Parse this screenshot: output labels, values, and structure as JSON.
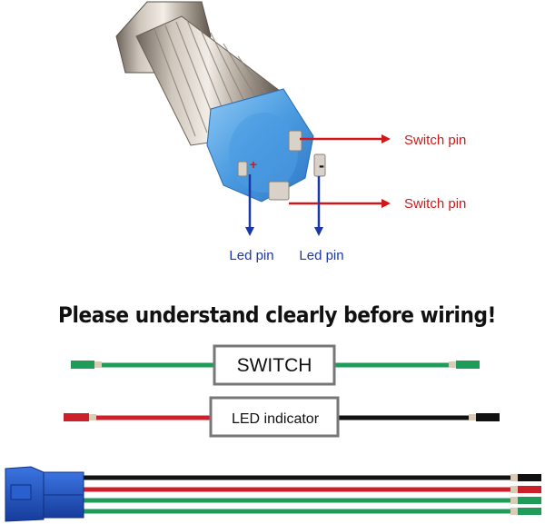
{
  "headline": "Please understand clearly before wiring!",
  "annotations": {
    "switch_pin_top": "Switch pin",
    "switch_pin_bottom": "Switch pin",
    "led_pin_left": "Led pin",
    "led_pin_right": "Led pin",
    "plus_symbol": "+",
    "minus_symbol": "-"
  },
  "wiring": {
    "switch_label": "SWITCH",
    "led_label": "LED indicator"
  },
  "colors": {
    "switch_arrow": "#d01818",
    "led_arrow": "#1a37a8",
    "green_wire": "#1f9b5a",
    "red_wire": "#cc1f2a",
    "black_wire": "#111111",
    "connector_blue": "#1f53c6"
  },
  "icons": {
    "switch_body": "metal-push-button-switch",
    "connector": "blue-wire-connector"
  }
}
